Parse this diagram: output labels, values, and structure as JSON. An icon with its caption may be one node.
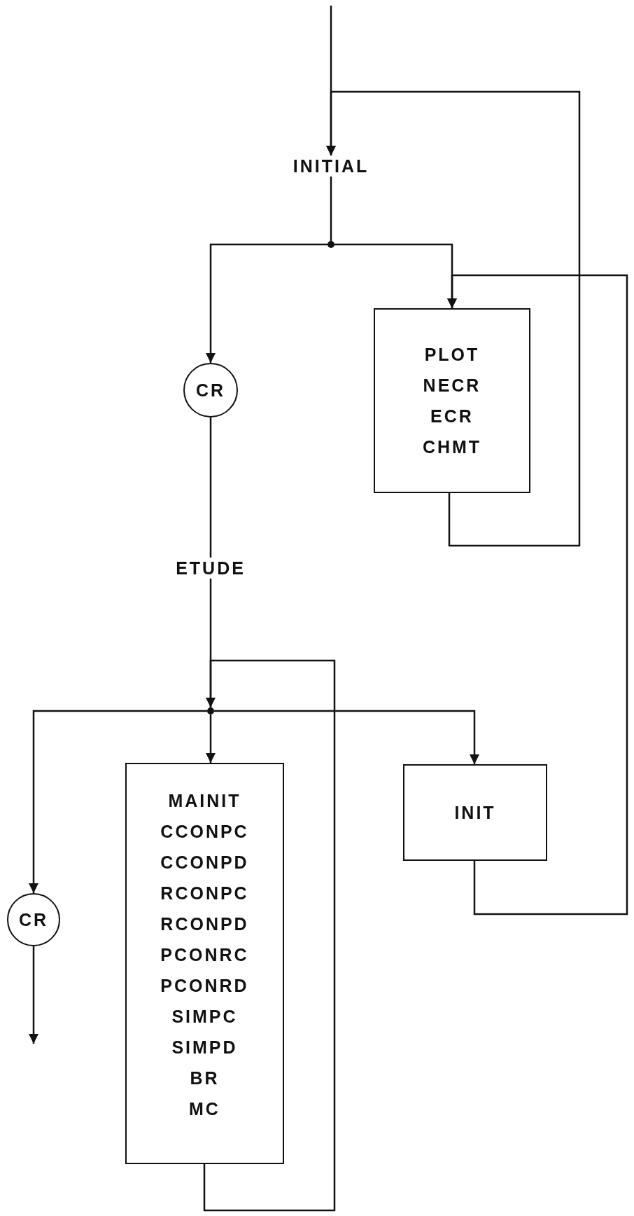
{
  "diagram": {
    "nodes": [
      {
        "text": [
          "INITIAL"
        ]
      },
      {
        "text": [],
        "shape": "dot"
      },
      {
        "text": [
          "CR"
        ]
      },
      {
        "text": [
          "PLOT",
          "NECR",
          "ECR",
          "CHMT"
        ]
      },
      {
        "text": [
          "ETUDE"
        ]
      },
      {
        "text": [],
        "shape": "dot"
      },
      {
        "text": [
          "MAINIT",
          "CCONPC",
          "CCONPD",
          "RCONPC",
          "RCONPD",
          "PCONRC",
          "PCONRD",
          "SIMPC",
          "SIMPD",
          "BR",
          "MC"
        ]
      },
      {
        "text": [
          "INIT"
        ]
      },
      {
        "text": [
          "CR"
        ]
      }
    ],
    "edges": [
      {
        "from": null,
        "to": 0,
        "arrow": "to"
      },
      {
        "from": 3,
        "to": 0,
        "arrow": "to"
      },
      {
        "from": 0,
        "to": 1,
        "arrow": "none"
      },
      {
        "from": 1,
        "to": 2,
        "arrow": "to"
      },
      {
        "from": 1,
        "to": 3,
        "arrow": "to"
      },
      {
        "from": 7,
        "to": 3,
        "arrow": "to"
      },
      {
        "from": 2,
        "to": 4,
        "arrow": "none"
      },
      {
        "from": 4,
        "to": 5,
        "arrow": "none"
      },
      {
        "from": 6,
        "to": 5,
        "arrow": "to"
      },
      {
        "from": 5,
        "to": 6,
        "arrow": "to"
      },
      {
        "from": 5,
        "to": 8,
        "arrow": "to"
      },
      {
        "from": 5,
        "to": 7,
        "arrow": "to"
      },
      {
        "from": 8,
        "to": null,
        "arrow": "to"
      }
    ]
  }
}
